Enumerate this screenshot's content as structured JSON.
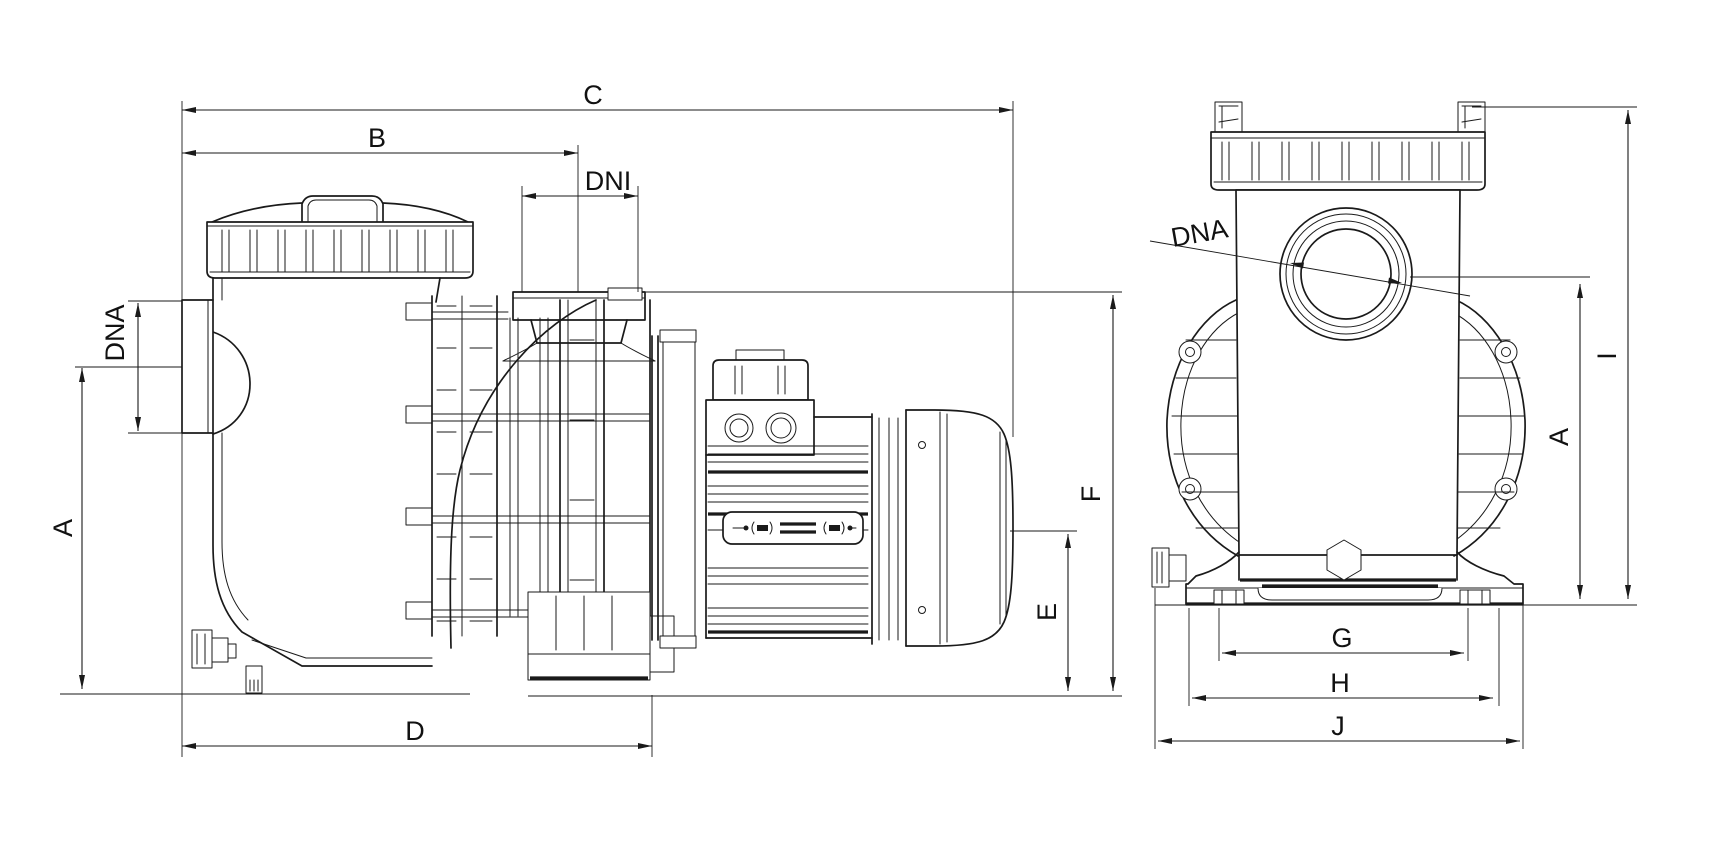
{
  "drawing": {
    "type": "technical-dimension-drawing",
    "subject": "centrifugal pool pump, two orthographic views",
    "colors": {
      "background": "#ffffff",
      "line": "#1a1a1a",
      "text": "#111111"
    },
    "labels": {
      "a": "A",
      "b": "B",
      "c": "C",
      "d": "D",
      "e": "E",
      "f": "F",
      "g": "G",
      "h": "H",
      "i": "I",
      "j": "J",
      "dna": "DNA",
      "dni": "DNI"
    }
  }
}
